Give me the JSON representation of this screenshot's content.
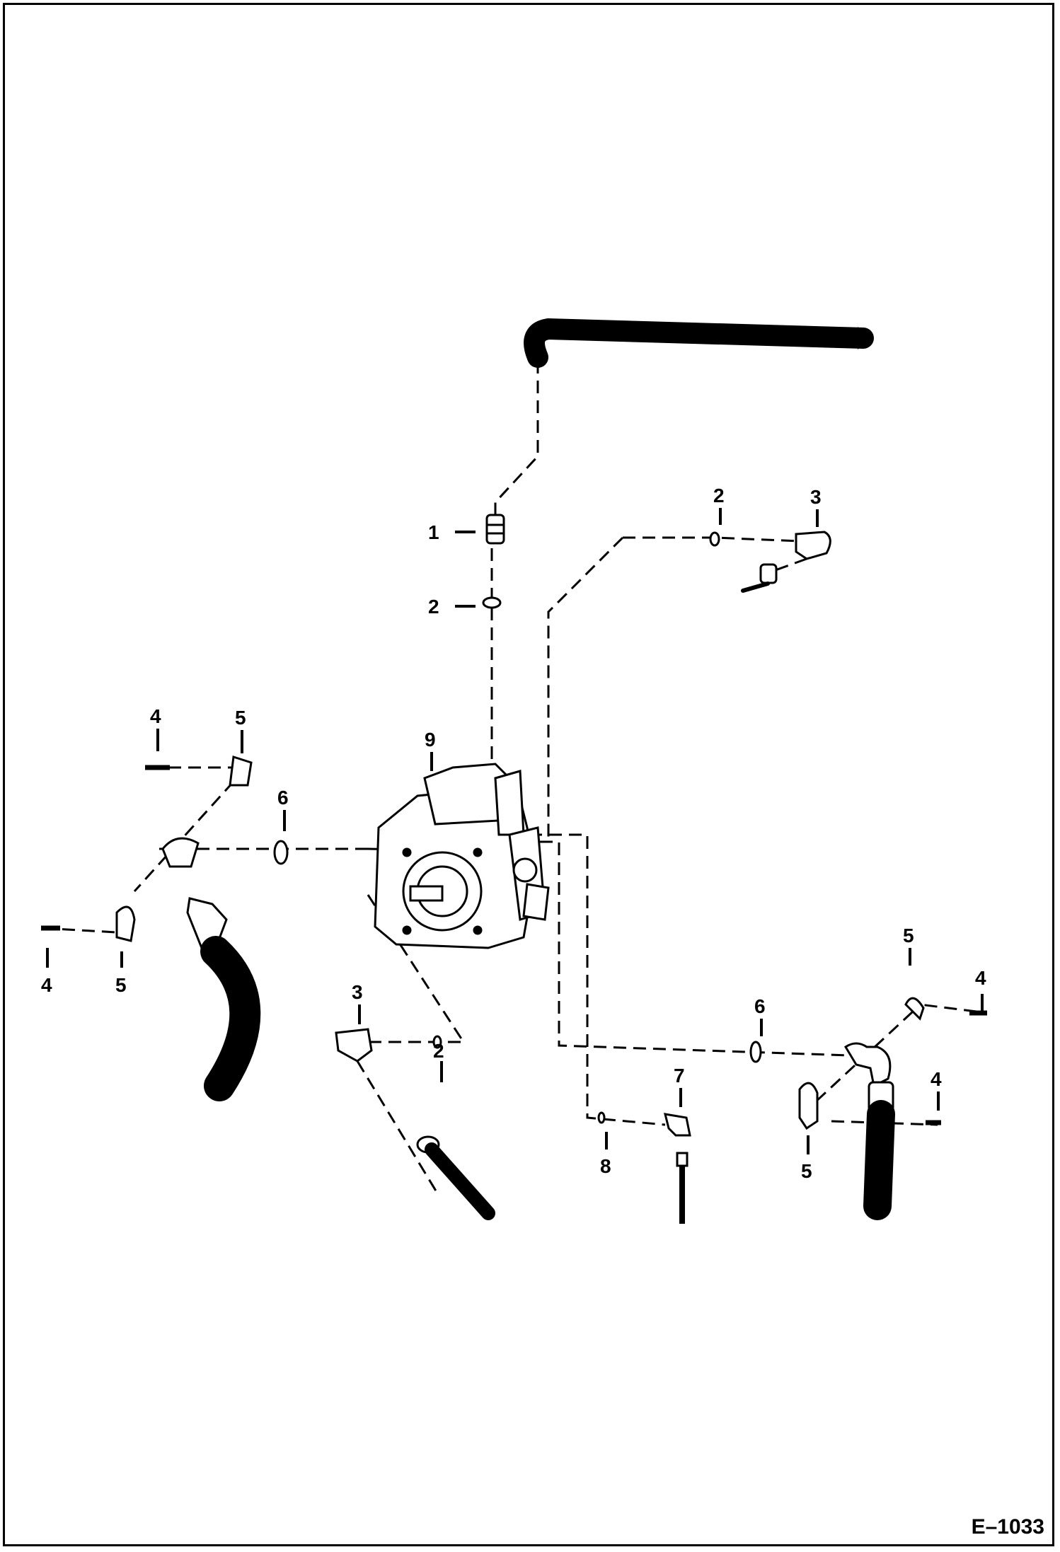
{
  "figure": {
    "id": "E–1033"
  },
  "callouts": [
    {
      "key": "c1",
      "text": "1"
    },
    {
      "key": "c2a",
      "text": "2"
    },
    {
      "key": "c2b",
      "text": "2"
    },
    {
      "key": "c2c",
      "text": "2"
    },
    {
      "key": "c3a",
      "text": "3"
    },
    {
      "key": "c3b",
      "text": "3"
    },
    {
      "key": "c4a",
      "text": "4"
    },
    {
      "key": "c4b",
      "text": "4"
    },
    {
      "key": "c4c",
      "text": "4"
    },
    {
      "key": "c4d",
      "text": "4"
    },
    {
      "key": "c5a",
      "text": "5"
    },
    {
      "key": "c5b",
      "text": "5"
    },
    {
      "key": "c5c",
      "text": "5"
    },
    {
      "key": "c5d",
      "text": "5"
    },
    {
      "key": "c6a",
      "text": "6"
    },
    {
      "key": "c6b",
      "text": "6"
    },
    {
      "key": "c7",
      "text": "7"
    },
    {
      "key": "c8",
      "text": "8"
    },
    {
      "key": "c9",
      "text": "9"
    }
  ]
}
